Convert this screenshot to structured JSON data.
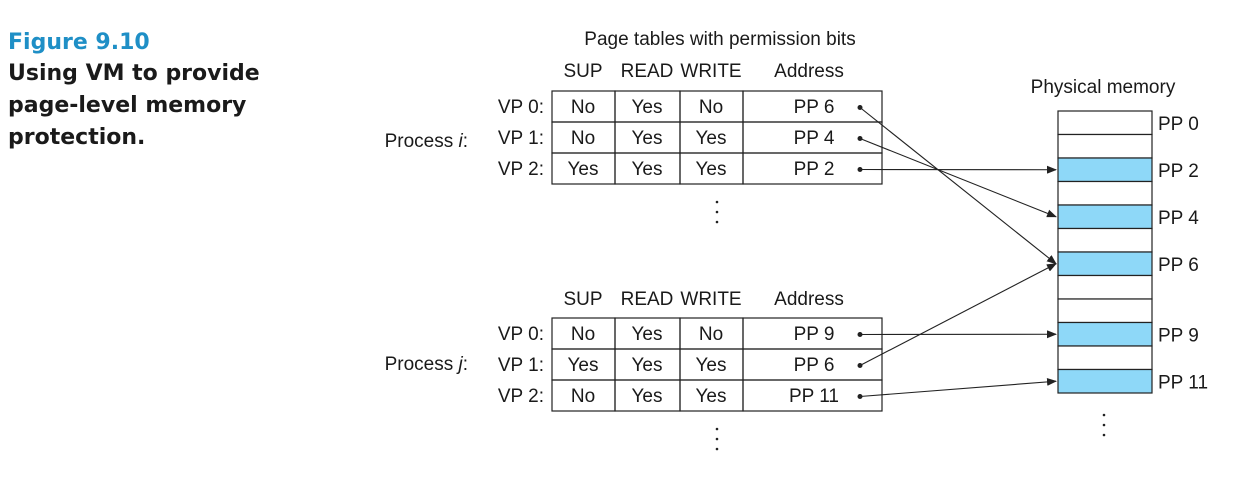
{
  "figure": {
    "number": "Figure 9.10",
    "title": "Using VM to provide page-level memory protection."
  },
  "page_tables_title": "Page tables with permission bits",
  "columns": [
    "SUP",
    "READ",
    "WRITE",
    "Address"
  ],
  "processes": [
    {
      "label": "Process ",
      "var": "i",
      "rows": [
        {
          "vp": "VP 0:",
          "sup": "No",
          "read": "Yes",
          "write": "No",
          "addr": "PP 6",
          "target": "PP 6"
        },
        {
          "vp": "VP 1:",
          "sup": "No",
          "read": "Yes",
          "write": "Yes",
          "addr": "PP 4",
          "target": "PP 4"
        },
        {
          "vp": "VP 2:",
          "sup": "Yes",
          "read": "Yes",
          "write": "Yes",
          "addr": "PP 2",
          "target": "PP 2"
        }
      ]
    },
    {
      "label": "Process ",
      "var": "j",
      "rows": [
        {
          "vp": "VP 0:",
          "sup": "No",
          "read": "Yes",
          "write": "No",
          "addr": "PP 9",
          "target": "PP 9"
        },
        {
          "vp": "VP 1:",
          "sup": "Yes",
          "read": "Yes",
          "write": "Yes",
          "addr": "PP 6",
          "target": "PP 6"
        },
        {
          "vp": "VP 2:",
          "sup": "No",
          "read": "Yes",
          "write": "Yes",
          "addr": "PP 11",
          "target": "PP 11"
        }
      ]
    }
  ],
  "physical_memory": {
    "title": "Physical memory",
    "slots": [
      {
        "label": "PP 0",
        "filled": false
      },
      {
        "label": "",
        "filled": false
      },
      {
        "label": "PP 2",
        "filled": true
      },
      {
        "label": "",
        "filled": false
      },
      {
        "label": "PP 4",
        "filled": true
      },
      {
        "label": "",
        "filled": false
      },
      {
        "label": "PP 6",
        "filled": true
      },
      {
        "label": "",
        "filled": false
      },
      {
        "label": "",
        "filled": false
      },
      {
        "label": "PP 9",
        "filled": true
      },
      {
        "label": "",
        "filled": false
      },
      {
        "label": "PP 11",
        "filled": true
      }
    ]
  },
  "colors": {
    "filled": "#8ed8f8",
    "line": "#222222",
    "accent": "#1f8fc6"
  }
}
